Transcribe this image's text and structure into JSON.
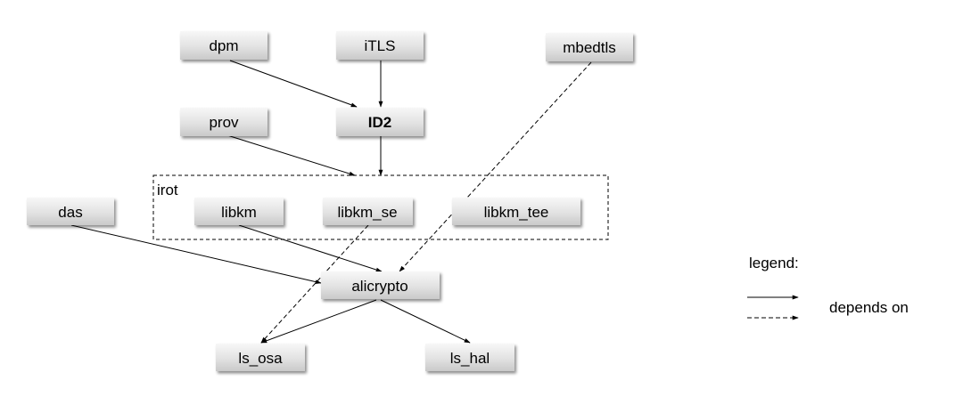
{
  "diagram": {
    "nodes": {
      "dpm": {
        "label": "dpm"
      },
      "itls": {
        "label": "iTLS"
      },
      "mbedtls": {
        "label": "mbedtls",
        "color": "#F07F22"
      },
      "prov": {
        "label": "prov"
      },
      "id2": {
        "label": "ID2",
        "color": "#FF0000",
        "bold": true
      },
      "das": {
        "label": "das"
      },
      "libkm": {
        "label": "libkm"
      },
      "libkm_se": {
        "label": "libkm_se"
      },
      "libkm_tee": {
        "label": "libkm_tee"
      },
      "alicrypto": {
        "label": "alicrypto"
      },
      "ls_osa": {
        "label": "ls_osa"
      },
      "ls_hal": {
        "label": "ls_hal"
      }
    },
    "group": {
      "label": "irot",
      "members": [
        "libkm",
        "libkm_se",
        "libkm_tee"
      ]
    },
    "edges": [
      {
        "from": "dpm",
        "to": "id2",
        "style": "solid"
      },
      {
        "from": "itls",
        "to": "id2",
        "style": "solid"
      },
      {
        "from": "prov",
        "to": "irot",
        "style": "solid"
      },
      {
        "from": "id2",
        "to": "irot",
        "style": "solid"
      },
      {
        "from": "mbedtls",
        "to": "alicrypto",
        "style": "dashed"
      },
      {
        "from": "das",
        "to": "alicrypto",
        "style": "solid"
      },
      {
        "from": "libkm",
        "to": "alicrypto",
        "style": "solid"
      },
      {
        "from": "libkm_se",
        "to": "ls_osa",
        "style": "dashed"
      },
      {
        "from": "alicrypto",
        "to": "ls_osa",
        "style": "solid"
      },
      {
        "from": "alicrypto",
        "to": "ls_hal",
        "style": "solid"
      }
    ]
  },
  "legend": {
    "title": "legend:",
    "label": "depends on"
  }
}
